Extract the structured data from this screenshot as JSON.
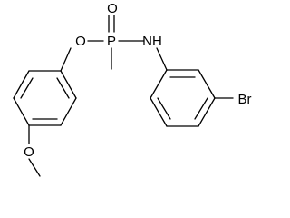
{
  "diagram": {
    "atoms": {
      "phosphoryl_oxygen": "O",
      "ester_oxygen": "O",
      "phosphorus": "P",
      "amine": "NH",
      "bromine": "Br",
      "methoxy_oxygen": "O"
    }
  }
}
